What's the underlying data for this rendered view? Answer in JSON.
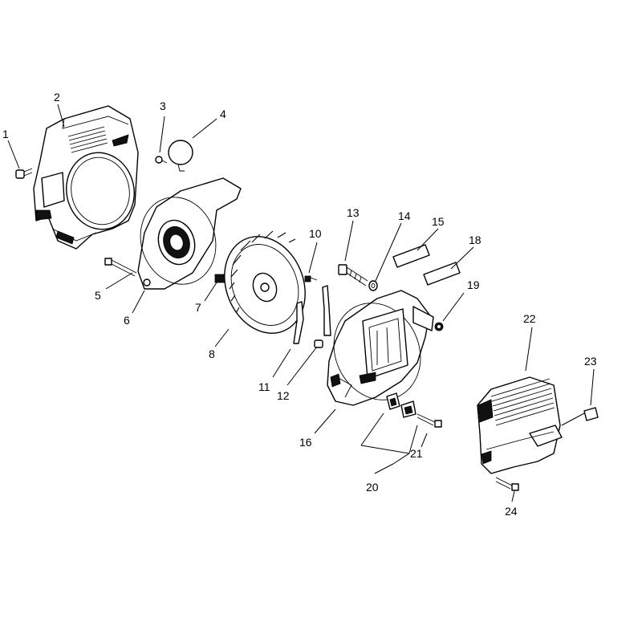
{
  "labels": {
    "p1": "1",
    "p2": "2",
    "p3": "3",
    "p4": "4",
    "p5": "5",
    "p6": "6",
    "p7": "7",
    "p8": "8",
    "p10": "10",
    "p11": "11",
    "p12": "12",
    "p13": "13",
    "p14": "14",
    "p15": "15",
    "p16": "16",
    "p18": "18",
    "p19": "19",
    "p20": "20",
    "p21": "21",
    "p22": "22",
    "p23": "23",
    "p24": "24"
  }
}
